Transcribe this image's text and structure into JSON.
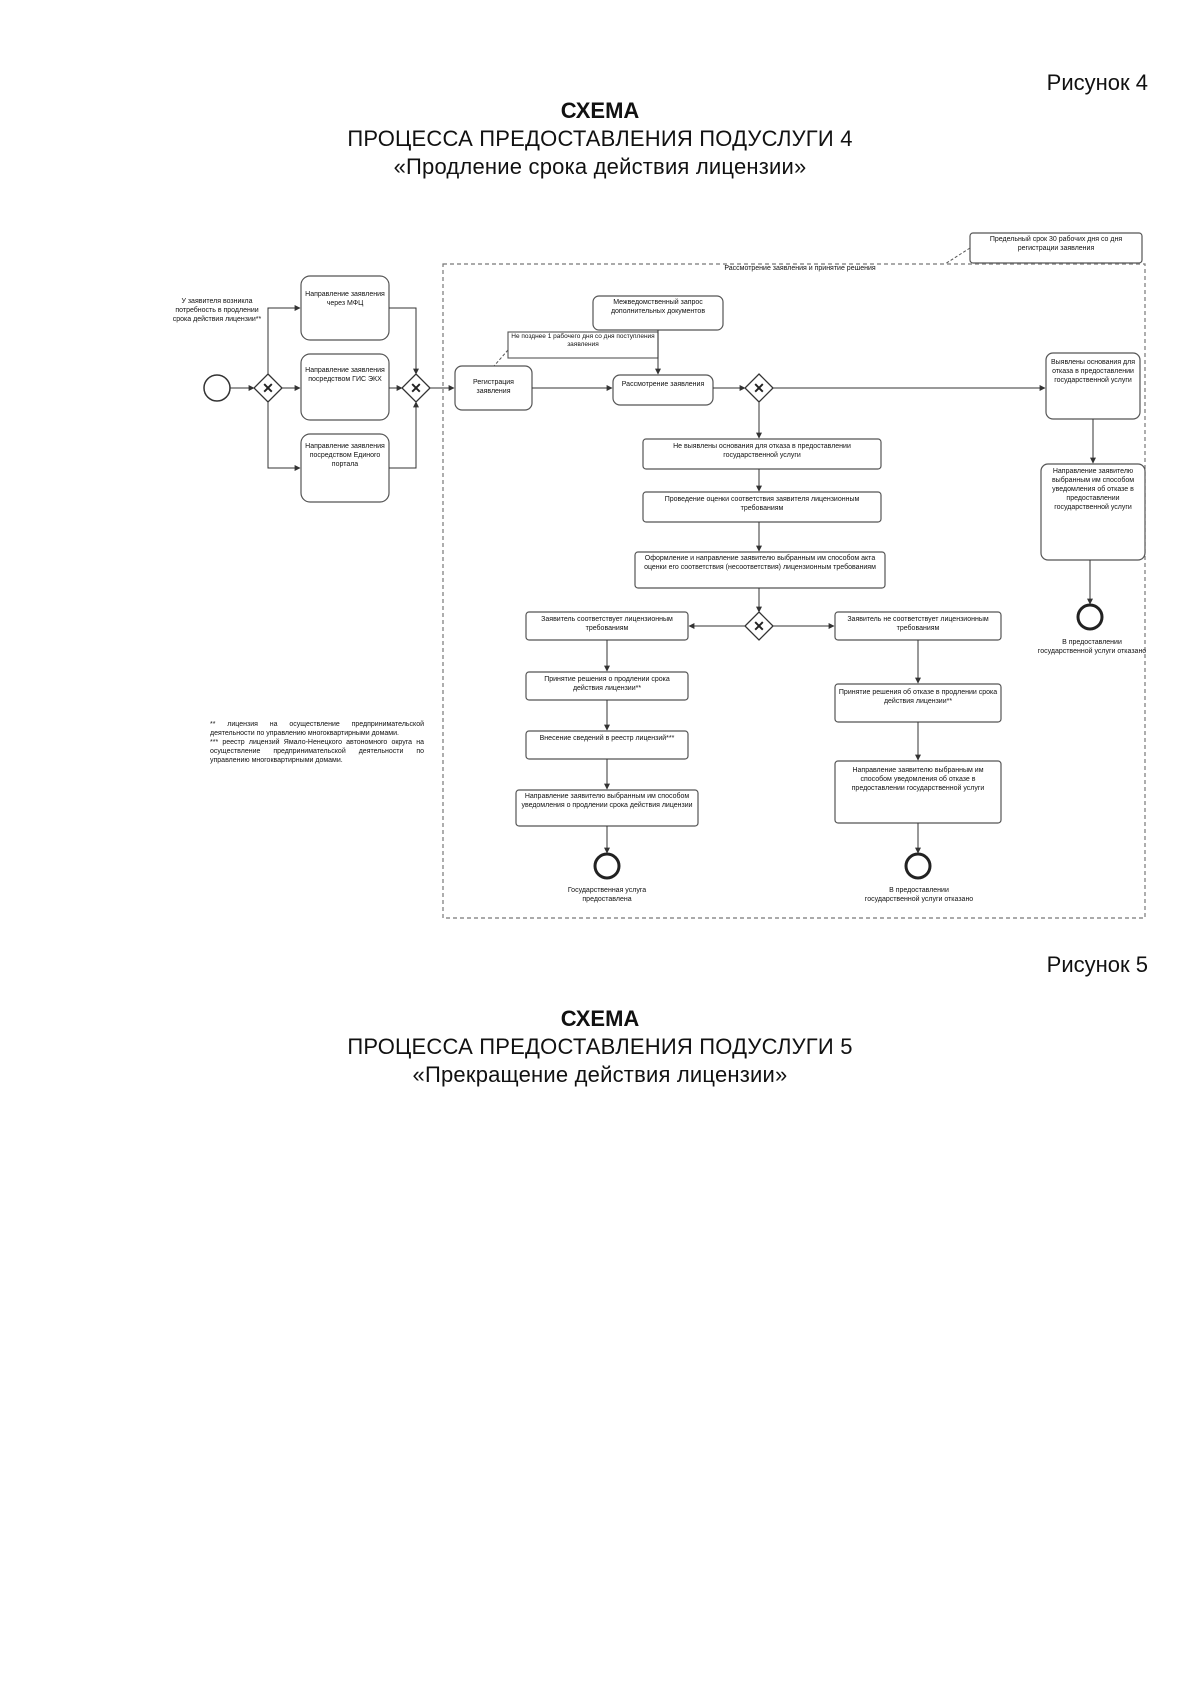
{
  "figure4": {
    "label": "Рисунок 4",
    "title": "СХЕМА",
    "subtitle": "ПРОЦЕССА ПРЕДОСТАВЛЕНИЯ ПОДУСЛУГИ 4",
    "name": "«Продление срока действия лицензии»"
  },
  "figure5": {
    "label": "Рисунок 5",
    "title": "СХЕМА",
    "subtitle": "ПРОЦЕССА ПРЕДОСТАВЛЕНИЯ ПОДУСЛУГИ 5",
    "name": "«Прекращение действия лицензии»"
  },
  "diagram": {
    "deadline_note": "Предельный срок 30 рабочих дня со дня регистрации заявления",
    "pool_label": "Рассмотрение заявления и принятие решения",
    "start_label": "У заявителя возникла потребность в продлении срока действия лицензии**",
    "channels": [
      "Направление заявления через МФЦ",
      "Направление заявления посредством ГИС ЭКХ",
      "Направление заявления посредством Единого портала"
    ],
    "registration": "Регистрация заявления",
    "registration_note": "Не позднее 1 рабочего дня со дня поступления заявления",
    "interagency": "Межведомственный запрос дополнительных документов",
    "review": "Рассмотрение заявления",
    "refusal_grounds": "Выявлены основания для отказа в предоставлении государственной услуги",
    "refusal_notice": "Направление заявителю выбранным им способом уведомления об отказе в предоставлении государственной услуги",
    "refusal_end": "В предоставлении государственной услуги отказано",
    "no_refusal_grounds": "Не выявлены основания для отказа в предоставлении государственной услуги",
    "assessment": "Проведение оценки соответствия заявителя лицензионным требованиям",
    "act_formation": "Оформление и направление заявителю выбранным им способом акта оценки его соответствия (несоответствия) лицензионным требованиям",
    "complies": "Заявитель соответствует лицензионным требованиям",
    "not_complies": "Заявитель не соответствует лицензионным требованиям",
    "extend_decision": "Принятие решения о продлении срока действия лицензии**",
    "registry_entry": "Внесение сведений в реестр лицензий***",
    "extend_notice": "Направление заявителю выбранным им способом уведомления о продлении срока действия лицензии",
    "granted_end": "Государственная услуга предоставлена",
    "refuse_decision": "Принятие решения об отказе в продлении срока действия лицензии**",
    "refuse_notice": "Направление заявителю выбранным им способом уведомления об отказе в предоставлении государственной услуги",
    "refused_end": "В предоставлении государственной услуги отказано",
    "footnote1": "** лицензия на осуществление предпринимательской деятельности по управлению многоквартирными домами.",
    "footnote2": "*** реестр лицензий Ямало-Ненецкого автономного округа на осуществление предпринимательской деятельности по управлению многоквартирными домами."
  }
}
